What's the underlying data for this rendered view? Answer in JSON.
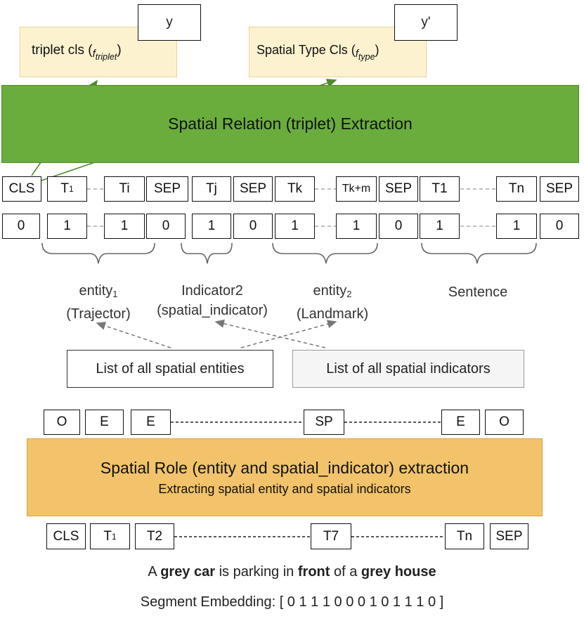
{
  "outputs": {
    "y_label": "y",
    "y_prime_label": "y'",
    "triplet_cls_text": "triplet cls (",
    "triplet_cls_fn": "f",
    "triplet_cls_fn_sub": "triplet",
    "type_cls_text": "Spatial Type Cls (",
    "type_cls_fn": "f",
    "type_cls_fn_sub": "type",
    "close_paren": ")"
  },
  "triplet_band": {
    "title": "Spatial Relation (triplet) Extraction"
  },
  "triplet_tokens": [
    {
      "text": "CLS",
      "sub": ""
    },
    {
      "text": "T",
      "sub": "1"
    },
    {
      "text": "Ti",
      "sub": ""
    },
    {
      "text": "SEP",
      "sub": ""
    },
    {
      "text": "Tj",
      "sub": ""
    },
    {
      "text": "SEP",
      "sub": ""
    },
    {
      "text": "Tk",
      "sub": ""
    },
    {
      "text": "Tk+m",
      "sub": ""
    },
    {
      "text": "SEP",
      "sub": ""
    },
    {
      "text": "T1",
      "sub": ""
    },
    {
      "text": "Tn",
      "sub": ""
    },
    {
      "text": "SEP",
      "sub": ""
    }
  ],
  "segment_ids": [
    "0",
    "1",
    "1",
    "0",
    "1",
    "0",
    "1",
    "1",
    "0",
    "1",
    "1",
    "0"
  ],
  "groups": {
    "entity1_line1": "entity",
    "entity1_sub": "1",
    "entity1_line2": "(Trajector)",
    "indicator_line1": "Indicator2",
    "indicator_line2": "(spatial_indicator)",
    "entity2_line1": "entity",
    "entity2_sub": "2",
    "entity2_line2": "(Landmark)",
    "sentence": "Sentence"
  },
  "lists": {
    "entities": "List of all spatial entities",
    "indicators": "List of all spatial indicators"
  },
  "role_labels": [
    "O",
    "E",
    "E",
    "SP",
    "E",
    "O"
  ],
  "role_band": {
    "title": "Spatial Role (entity and spatial_indicator) extraction",
    "subtitle": "Extracting spatial entity and spatial indicators"
  },
  "input_tokens": [
    {
      "text": "CLS",
      "sub": ""
    },
    {
      "text": "T",
      "sub": "1"
    },
    {
      "text": "T2",
      "sub": ""
    },
    {
      "text": "T7",
      "sub": ""
    },
    {
      "text": "Tn",
      "sub": ""
    },
    {
      "text": "SEP",
      "sub": ""
    }
  ],
  "sentence": {
    "w1": "A ",
    "w2": "grey car",
    "w3": " is parking in ",
    "w4": "front",
    "w5": " of a ",
    "w6": "grey house"
  },
  "segment_embedding": "Segment Embedding: [ 0 1 1 1 0 0 0 1 0 1 1 1 0 ]",
  "colors": {
    "green_band": "#6aad3c",
    "orange_band": "#f2c36a",
    "cls_box": "#fdf2cf",
    "arrow_green": "#4f8a2a"
  }
}
